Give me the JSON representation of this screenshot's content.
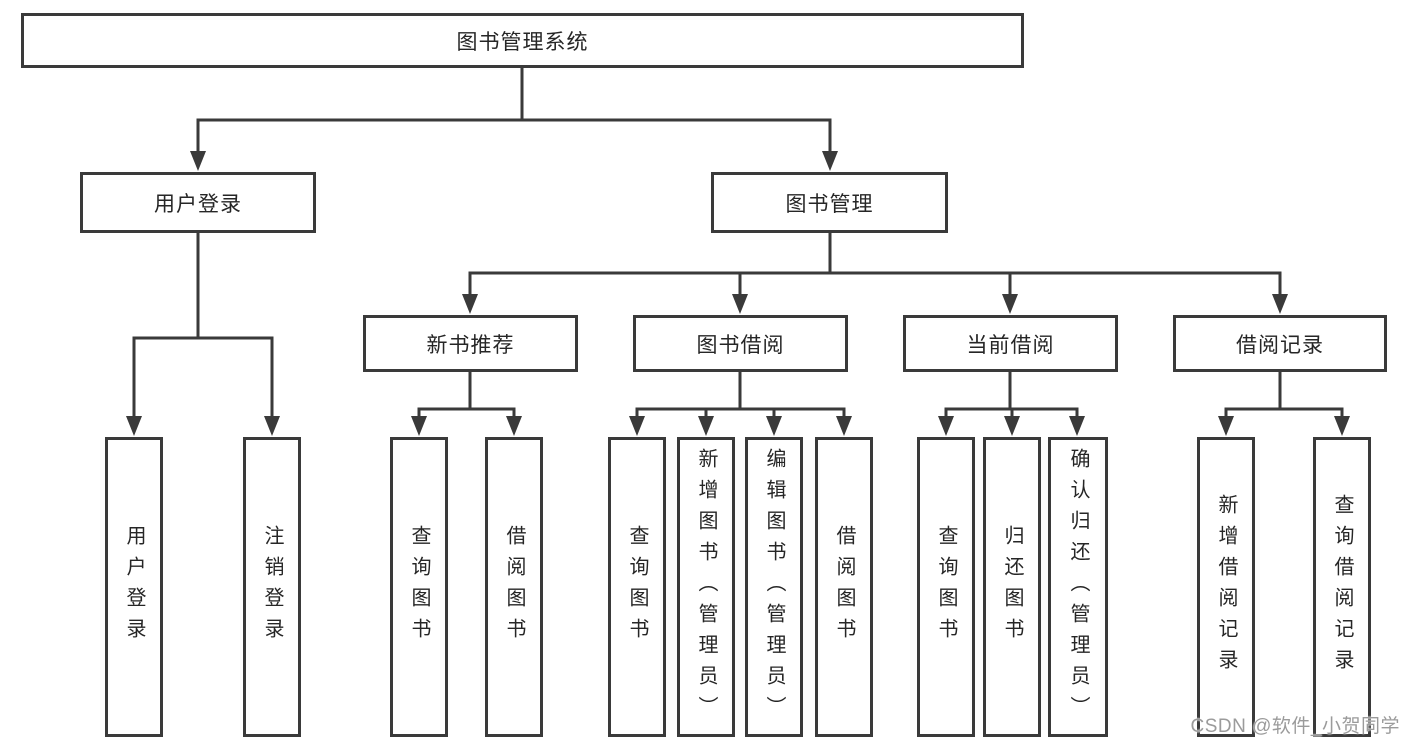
{
  "diagram": {
    "root": {
      "label": "图书管理系统"
    },
    "branches": [
      {
        "label": "用户登录",
        "children": [
          {
            "label": "用户登录"
          },
          {
            "label": "注销登录"
          }
        ]
      },
      {
        "label": "图书管理",
        "children": [
          {
            "label": "新书推荐",
            "children": [
              {
                "label": "查询图书"
              },
              {
                "label": "借阅图书"
              }
            ]
          },
          {
            "label": "图书借阅",
            "children": [
              {
                "label": "查询图书"
              },
              {
                "label": "新增图书（管理员）"
              },
              {
                "label": "编辑图书（管理员）"
              },
              {
                "label": "借阅图书"
              }
            ]
          },
          {
            "label": "当前借阅",
            "children": [
              {
                "label": "查询图书"
              },
              {
                "label": "归还图书"
              },
              {
                "label": "确认归还（管理员）"
              }
            ]
          },
          {
            "label": "借阅记录",
            "children": [
              {
                "label": "新增借阅记录"
              },
              {
                "label": "查询借阅记录"
              }
            ]
          }
        ]
      }
    ]
  },
  "watermark": {
    "text": "CSDN @软件_小贺同学"
  },
  "colors": {
    "line": "#3a3a3a",
    "box_border": "#3a3a3a",
    "box_fill": "#ffffff",
    "text": "#262626",
    "watermark": "#9b9b9b"
  }
}
